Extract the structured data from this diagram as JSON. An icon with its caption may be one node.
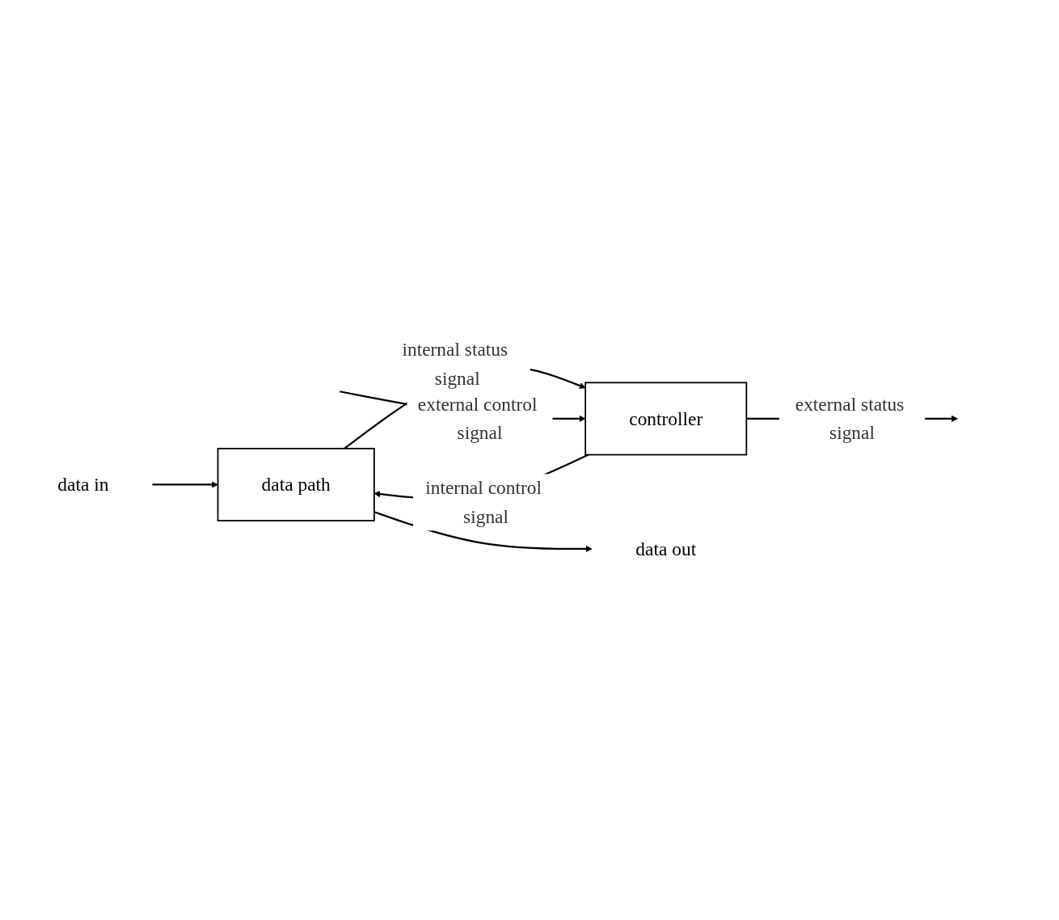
{
  "diagram": {
    "nodes": [
      {
        "text": [
          "data in"
        ]
      },
      {
        "text": [
          "data path"
        ]
      },
      {
        "text": [
          "controller"
        ]
      },
      {
        "text": [
          "data out"
        ]
      }
    ],
    "edges": [
      {
        "from": 0,
        "to": 1,
        "arrow": "to"
      },
      {
        "from": 2,
        "to": 1,
        "arrow": "to",
        "label": "internal control signal"
      },
      {
        "from": 1,
        "to": 2,
        "arrow": "to",
        "label": "internal status signal"
      },
      {
        "from": null,
        "to": 2,
        "arrow": "to",
        "label": "external control signal"
      },
      {
        "from": 2,
        "to": null,
        "arrow": "to",
        "label": "external status signal"
      },
      {
        "from": 1,
        "to": 3,
        "arrow": "to"
      }
    ]
  }
}
